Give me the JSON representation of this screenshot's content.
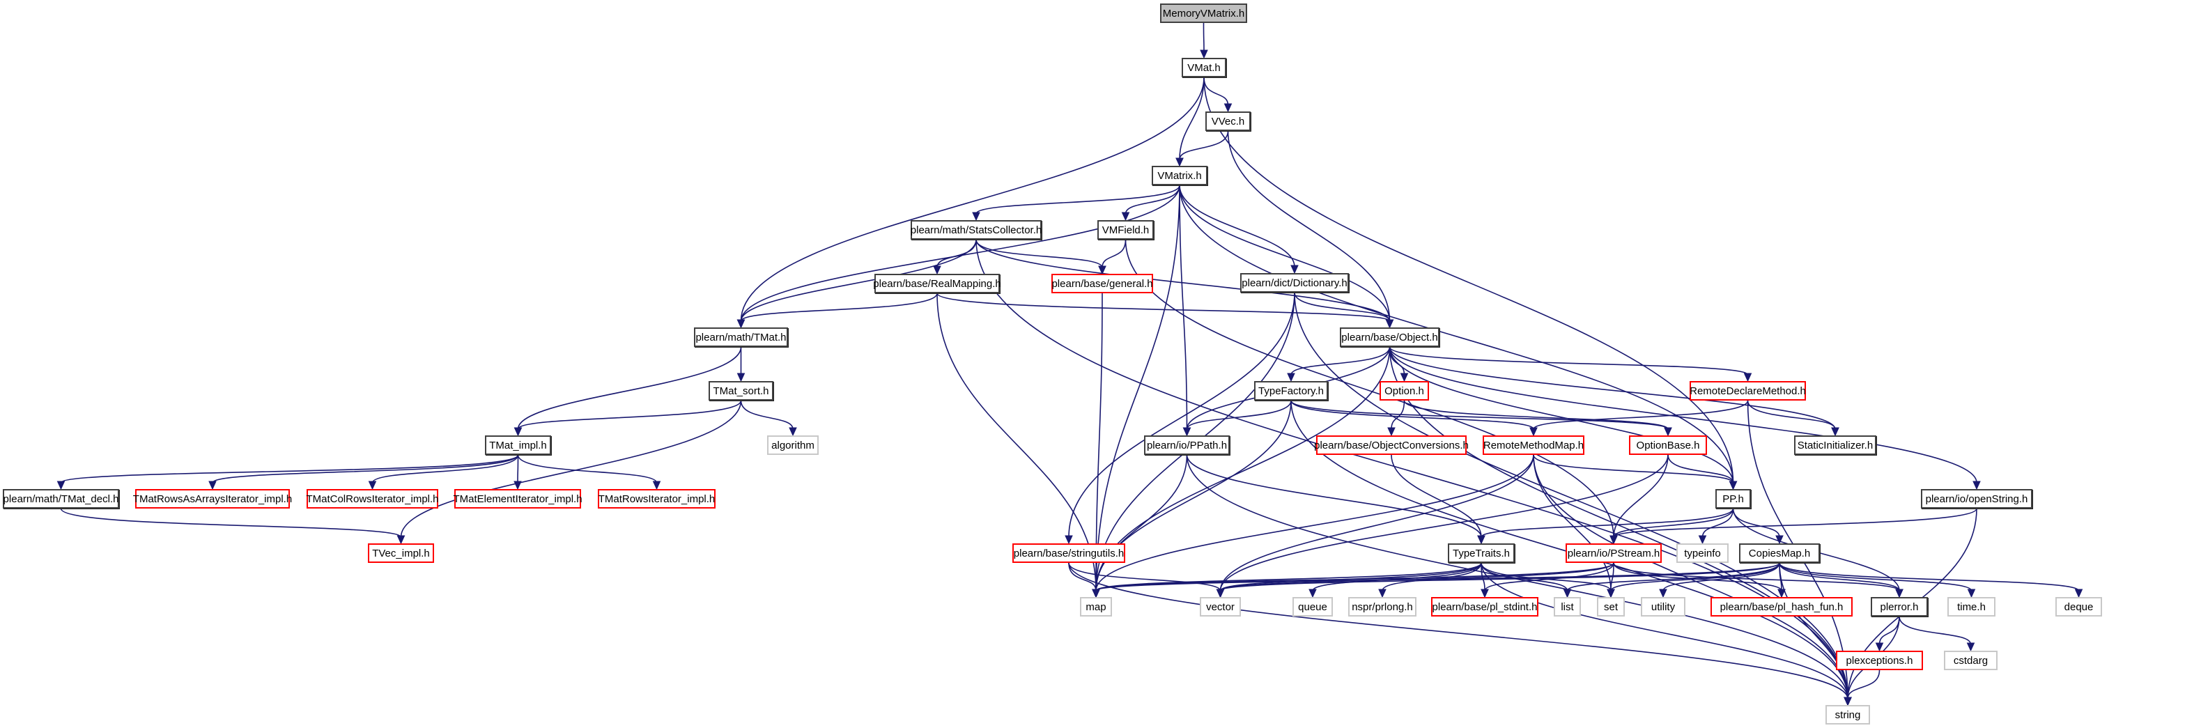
{
  "diagram": {
    "type": "include-dependency-graph",
    "title": "MemoryVMatrix.h",
    "colors": {
      "edge": "#191970",
      "root_fill": "#bfbfbf",
      "documented_border": "#404040",
      "undocumented_border": "#ff0000",
      "system_border": "#c8c8c8"
    },
    "nodes": [
      {
        "id": "MemoryVMatrix",
        "label": "MemoryVMatrix.h",
        "style": "root"
      },
      {
        "id": "VMat",
        "label": "VMat.h",
        "style": "black"
      },
      {
        "id": "VVec",
        "label": "VVec.h",
        "style": "black"
      },
      {
        "id": "VMatrix",
        "label": "VMatrix.h",
        "style": "black"
      },
      {
        "id": "StatsCollector",
        "label": "plearn/math/StatsCollector.h",
        "style": "black"
      },
      {
        "id": "VMField",
        "label": "VMField.h",
        "style": "black"
      },
      {
        "id": "RealMapping",
        "label": "plearn/base/RealMapping.h",
        "style": "black"
      },
      {
        "id": "general",
        "label": "plearn/base/general.h",
        "style": "red"
      },
      {
        "id": "Dictionary",
        "label": "plearn/dict/Dictionary.h",
        "style": "black"
      },
      {
        "id": "TMat",
        "label": "plearn/math/TMat.h",
        "style": "black"
      },
      {
        "id": "Object",
        "label": "plearn/base/Object.h",
        "style": "black"
      },
      {
        "id": "TMat_sort",
        "label": "TMat_sort.h",
        "style": "black"
      },
      {
        "id": "TypeFactory",
        "label": "TypeFactory.h",
        "style": "black"
      },
      {
        "id": "Option",
        "label": "Option.h",
        "style": "red"
      },
      {
        "id": "RemoteDeclareMethod",
        "label": "RemoteDeclareMethod.h",
        "style": "red"
      },
      {
        "id": "algorithm",
        "label": "algorithm",
        "style": "gray"
      },
      {
        "id": "TMat_impl",
        "label": "TMat_impl.h",
        "style": "black"
      },
      {
        "id": "PPath",
        "label": "plearn/io/PPath.h",
        "style": "black"
      },
      {
        "id": "ObjectConversions",
        "label": "plearn/base/ObjectConversions.h",
        "style": "red"
      },
      {
        "id": "RemoteMethodMap",
        "label": "RemoteMethodMap.h",
        "style": "red"
      },
      {
        "id": "OptionBase",
        "label": "OptionBase.h",
        "style": "red"
      },
      {
        "id": "StaticInitializer",
        "label": "StaticInitializer.h",
        "style": "black"
      },
      {
        "id": "TMat_decl",
        "label": "plearn/math/TMat_decl.h",
        "style": "black"
      },
      {
        "id": "TMatRowsAsArraysIterator",
        "label": "TMatRowsAsArraysIterator_impl.h",
        "style": "red"
      },
      {
        "id": "TMatColRowsIterator",
        "label": "TMatColRowsIterator_impl.h",
        "style": "red"
      },
      {
        "id": "TMatElementIterator",
        "label": "TMatElementIterator_impl.h",
        "style": "red"
      },
      {
        "id": "TMatRowsIterator",
        "label": "TMatRowsIterator_impl.h",
        "style": "red"
      },
      {
        "id": "PP",
        "label": "PP.h",
        "style": "black"
      },
      {
        "id": "openString",
        "label": "plearn/io/openString.h",
        "style": "black"
      },
      {
        "id": "TVec_impl",
        "label": "TVec_impl.h",
        "style": "red"
      },
      {
        "id": "stringutils",
        "label": "plearn/base/stringutils.h",
        "style": "red"
      },
      {
        "id": "TypeTraits",
        "label": "TypeTraits.h",
        "style": "black"
      },
      {
        "id": "PStream",
        "label": "plearn/io/PStream.h",
        "style": "red"
      },
      {
        "id": "typeinfo",
        "label": "typeinfo",
        "style": "gray"
      },
      {
        "id": "CopiesMap",
        "label": "CopiesMap.h",
        "style": "black"
      },
      {
        "id": "map",
        "label": "map",
        "style": "gray"
      },
      {
        "id": "vector",
        "label": "vector",
        "style": "gray"
      },
      {
        "id": "queue",
        "label": "queue",
        "style": "gray"
      },
      {
        "id": "prlong",
        "label": "nspr/prlong.h",
        "style": "gray"
      },
      {
        "id": "pl_stdint",
        "label": "plearn/base/pl_stdint.h",
        "style": "red"
      },
      {
        "id": "list",
        "label": "list",
        "style": "gray"
      },
      {
        "id": "set",
        "label": "set",
        "style": "gray"
      },
      {
        "id": "utility",
        "label": "utility",
        "style": "gray"
      },
      {
        "id": "pl_hash_fun",
        "label": "plearn/base/pl_hash_fun.h",
        "style": "red"
      },
      {
        "id": "plerror",
        "label": "plerror.h",
        "style": "black"
      },
      {
        "id": "time",
        "label": "time.h",
        "style": "gray"
      },
      {
        "id": "deque",
        "label": "deque",
        "style": "gray"
      },
      {
        "id": "plexceptions",
        "label": "plexceptions.h",
        "style": "red"
      },
      {
        "id": "cstdarg",
        "label": "cstdarg",
        "style": "gray"
      },
      {
        "id": "string",
        "label": "string",
        "style": "gray"
      }
    ],
    "edges": [
      [
        "MemoryVMatrix",
        "VMat"
      ],
      [
        "VMat",
        "VVec"
      ],
      [
        "VMat",
        "VMatrix"
      ],
      [
        "VMat",
        "TMat"
      ],
      [
        "VMat",
        "PP"
      ],
      [
        "VVec",
        "VMatrix"
      ],
      [
        "VVec",
        "Object"
      ],
      [
        "VMatrix",
        "StatsCollector"
      ],
      [
        "VMatrix",
        "VMField"
      ],
      [
        "VMatrix",
        "Dictionary"
      ],
      [
        "VMatrix",
        "TMat"
      ],
      [
        "VMatrix",
        "Object"
      ],
      [
        "VMatrix",
        "PPath"
      ],
      [
        "VMatrix",
        "map"
      ],
      [
        "VMatrix",
        "PP"
      ],
      [
        "StatsCollector",
        "RealMapping"
      ],
      [
        "StatsCollector",
        "general"
      ],
      [
        "StatsCollector",
        "TMat"
      ],
      [
        "StatsCollector",
        "Object"
      ],
      [
        "StatsCollector",
        "string"
      ],
      [
        "VMField",
        "general"
      ],
      [
        "VMField",
        "PStream"
      ],
      [
        "RealMapping",
        "TMat"
      ],
      [
        "RealMapping",
        "Object"
      ],
      [
        "RealMapping",
        "map"
      ],
      [
        "general",
        "map"
      ],
      [
        "Dictionary",
        "Object"
      ],
      [
        "Dictionary",
        "stringutils"
      ],
      [
        "Dictionary",
        "map"
      ],
      [
        "Dictionary",
        "string"
      ],
      [
        "TMat",
        "TMat_sort"
      ],
      [
        "TMat",
        "TMat_impl"
      ],
      [
        "TMat_sort",
        "TMat_impl"
      ],
      [
        "TMat_sort",
        "algorithm"
      ],
      [
        "TMat_sort",
        "TVec_impl"
      ],
      [
        "TMat_impl",
        "TMat_decl"
      ],
      [
        "TMat_impl",
        "TMatRowsAsArraysIterator"
      ],
      [
        "TMat_impl",
        "TMatColRowsIterator"
      ],
      [
        "TMat_impl",
        "TMatElementIterator"
      ],
      [
        "TMat_impl",
        "TMatRowsIterator"
      ],
      [
        "TMat_decl",
        "TVec_impl"
      ],
      [
        "Object",
        "TypeFactory"
      ],
      [
        "Object",
        "Option"
      ],
      [
        "Object",
        "RemoteDeclareMethod"
      ],
      [
        "Object",
        "StaticInitializer"
      ],
      [
        "Object",
        "openString"
      ],
      [
        "Object",
        "PP"
      ],
      [
        "Object",
        "PPath"
      ],
      [
        "Object",
        "map"
      ],
      [
        "Object",
        "string"
      ],
      [
        "TypeFactory",
        "PPath"
      ],
      [
        "TypeFactory",
        "RemoteMethodMap"
      ],
      [
        "TypeFactory",
        "OptionBase"
      ],
      [
        "TypeFactory",
        "map"
      ],
      [
        "TypeFactory",
        "string"
      ],
      [
        "Option",
        "ObjectConversions"
      ],
      [
        "Option",
        "OptionBase"
      ],
      [
        "RemoteDeclareMethod",
        "RemoteMethodMap"
      ],
      [
        "RemoteDeclareMethod",
        "StaticInitializer"
      ],
      [
        "RemoteDeclareMethod",
        "string"
      ],
      [
        "PPath",
        "TypeTraits"
      ],
      [
        "PPath",
        "map"
      ],
      [
        "PPath",
        "string"
      ],
      [
        "ObjectConversions",
        "TypeTraits"
      ],
      [
        "RemoteMethodMap",
        "PP"
      ],
      [
        "RemoteMethodMap",
        "map"
      ],
      [
        "RemoteMethodMap",
        "vector"
      ],
      [
        "RemoteMethodMap",
        "set"
      ],
      [
        "RemoteMethodMap",
        "string"
      ],
      [
        "OptionBase",
        "PP"
      ],
      [
        "OptionBase",
        "PStream"
      ],
      [
        "OptionBase",
        "vector"
      ],
      [
        "PP",
        "TypeTraits"
      ],
      [
        "PP",
        "PStream"
      ],
      [
        "PP",
        "typeinfo"
      ],
      [
        "PP",
        "CopiesMap"
      ],
      [
        "PP",
        "plerror"
      ],
      [
        "openString",
        "PStream"
      ],
      [
        "openString",
        "string"
      ],
      [
        "stringutils",
        "map"
      ],
      [
        "stringutils",
        "vector"
      ],
      [
        "stringutils",
        "string"
      ],
      [
        "TypeTraits",
        "map"
      ],
      [
        "TypeTraits",
        "vector"
      ],
      [
        "TypeTraits",
        "queue"
      ],
      [
        "TypeTraits",
        "prlong"
      ],
      [
        "TypeTraits",
        "pl_stdint"
      ],
      [
        "TypeTraits",
        "list"
      ],
      [
        "TypeTraits",
        "set"
      ],
      [
        "TypeTraits",
        "string"
      ],
      [
        "PStream",
        "pl_stdint"
      ],
      [
        "PStream",
        "set"
      ],
      [
        "PStream",
        "pl_hash_fun"
      ],
      [
        "PStream",
        "plerror"
      ],
      [
        "PStream",
        "map"
      ],
      [
        "PStream",
        "vector"
      ],
      [
        "CopiesMap",
        "map"
      ],
      [
        "CopiesMap",
        "vector"
      ],
      [
        "CopiesMap",
        "list"
      ],
      [
        "CopiesMap",
        "set"
      ],
      [
        "CopiesMap",
        "utility"
      ],
      [
        "CopiesMap",
        "pl_hash_fun"
      ],
      [
        "CopiesMap",
        "plerror"
      ],
      [
        "CopiesMap",
        "time"
      ],
      [
        "CopiesMap",
        "deque"
      ],
      [
        "CopiesMap",
        "string"
      ],
      [
        "plerror",
        "plexceptions"
      ],
      [
        "plerror",
        "cstdarg"
      ],
      [
        "plerror",
        "string"
      ],
      [
        "plexceptions",
        "string"
      ]
    ]
  }
}
